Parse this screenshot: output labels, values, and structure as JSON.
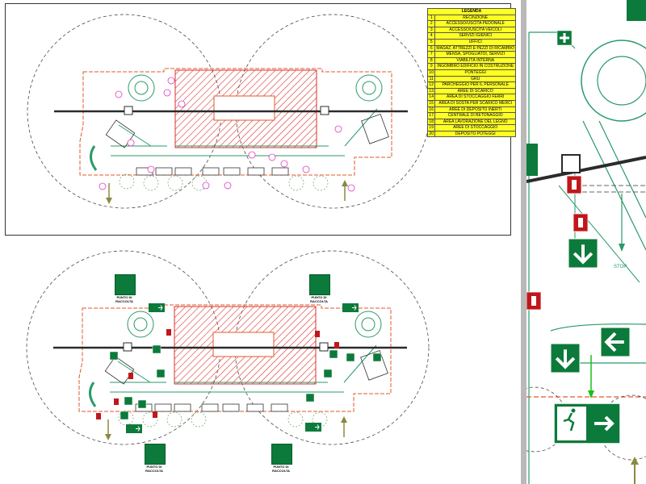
{
  "legend": {
    "title": "LEGENDA",
    "items": [
      {
        "n": "1",
        "t": "RECINZIONE"
      },
      {
        "n": "2",
        "t": "ACCESSO/USCITA PEDONALE"
      },
      {
        "n": "3",
        "t": "ACCESSO/USCITA VEICOLI"
      },
      {
        "n": "4",
        "t": "SERVIZI IGIENICI"
      },
      {
        "n": "5",
        "t": "UFFICI"
      },
      {
        "n": "6",
        "t": "MAGAZ. ATTREZZI E PEZZI DI RICAMBIO"
      },
      {
        "n": "7",
        "t": "MENSA, SPOGLIATOI, SERVIZI"
      },
      {
        "n": "8",
        "t": "VIABILITÀ INTERNA"
      },
      {
        "n": "9",
        "t": "INGOMBRO EDIFICIO IN COSTRUZIONE"
      },
      {
        "n": "10",
        "t": "PONTEGGI"
      },
      {
        "n": "11",
        "t": "GRU"
      },
      {
        "n": "12",
        "t": "PARCHEGGIO PER IL PERSONALE"
      },
      {
        "n": "13",
        "t": "AREE DI SCARICO"
      },
      {
        "n": "14",
        "t": "AREA DI STOCCAGGIO FERRI"
      },
      {
        "n": "15",
        "t": "AREA DI SOSTA PER SCARICO MERCI"
      },
      {
        "n": "16",
        "t": "AREE DI DEPOSITO INERTI"
      },
      {
        "n": "17",
        "t": "CENTRALE DI BETONAGGIO"
      },
      {
        "n": "18",
        "t": "AREA LAVORAZIONE DEL LEGNO"
      },
      {
        "n": "19",
        "t": "AREE DI STOCCAGGIO"
      },
      {
        "n": "20",
        "t": "DEPOSITO POTEGGI"
      }
    ]
  },
  "rally_point_label": "PUNTO DI RACCOLTA",
  "stop_label": "STOP",
  "colors": {
    "site_green": "#2a9a6a",
    "sign_green": "#0c7a3a",
    "fire_red": "#c0171b",
    "hatch_red": "#d9302b",
    "fence": "#e05a2a",
    "crane": "#2b2b2b",
    "marker_pink": "#e040c0",
    "legend_yellow": "#ffff22"
  },
  "icons": [
    "emergency-exit-sign-icon",
    "arrow-down-sign-icon",
    "arrow-up-sign-icon",
    "arrow-left-sign-icon",
    "fire-extinguisher-sign-icon",
    "first-aid-sign-icon",
    "rally-point-sign-icon"
  ]
}
